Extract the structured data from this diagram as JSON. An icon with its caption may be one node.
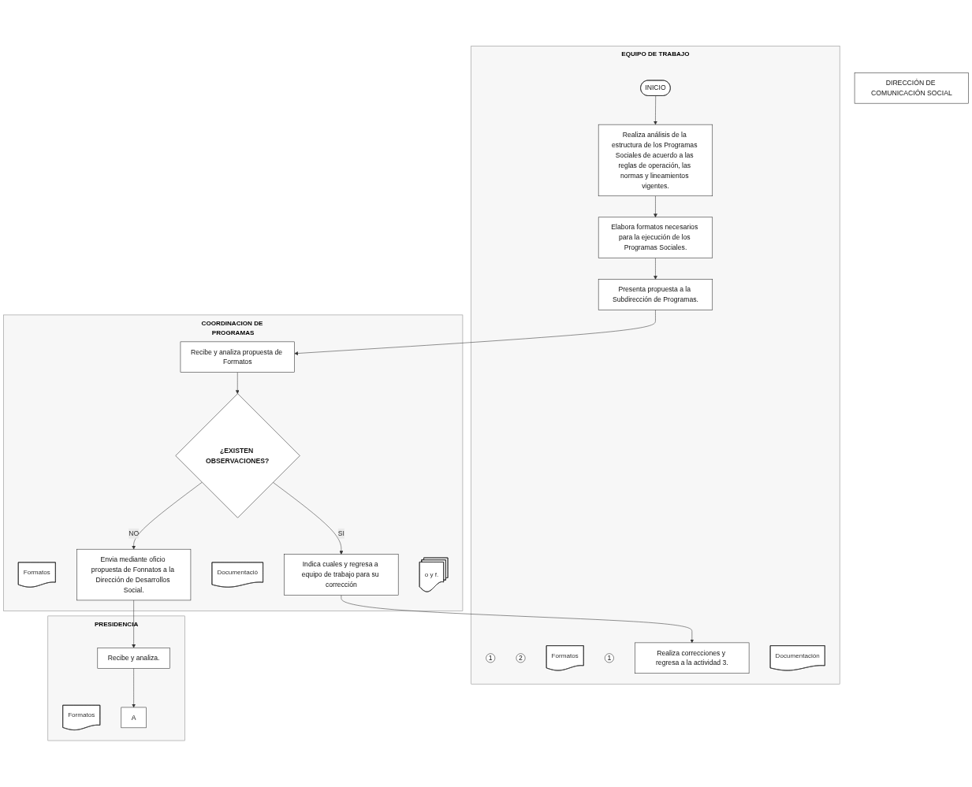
{
  "diagram": {
    "nodes": [
      {
        "text": [
          "EQUIPO DE TRABAJO"
        ]
      },
      {
        "text": [
          "INICIO"
        ],
        "in": 0
      },
      {
        "text": [
          "Realiza análisis de la estructura de los Programas Sociales de acuerdo a las reglas de operación, las normas y lineamientos vigentes."
        ],
        "in": 0
      },
      {
        "text": [
          "Elabora formatos necesarios para la ejecución de los Programas Sociales."
        ],
        "in": 0
      },
      {
        "text": [
          "1"
        ],
        "in": 0
      },
      {
        "text": [
          "2"
        ],
        "in": 0
      },
      {
        "text": [
          "Presenta propuesta a la Subdirección de Programas."
        ],
        "in": 0
      },
      {
        "text": [
          "Formatos"
        ],
        "in": 0
      },
      {
        "text": [
          "1"
        ],
        "in": 0
      },
      {
        "text": [
          "Realiza correcciones y regresa a la actividad 3."
        ],
        "in": 0
      },
      {
        "text": [
          "Documentación"
        ],
        "in": 0
      },
      {
        "text": [
          "COORDINACION DE PROGRAMAS"
        ]
      },
      {
        "text": [
          "Recibe y analiza propuesta de Formatos"
        ],
        "in": 11
      },
      {
        "text": [
          "Formatos"
        ],
        "in": 11
      },
      {
        "text": [
          "¿EXISTEN OBSERVACIONES?"
        ],
        "in": 11
      },
      {
        "text": [
          "Indica cuales y regresa a equipo de trabajo para su corrección"
        ],
        "in": 11
      },
      {
        "text": [
          "Documentació"
        ],
        "in": 11
      },
      {
        "text": [
          "Envia mediante oficio propuesta de Fonnatos a la Dirección de Desarrollos Social."
        ],
        "in": 11
      },
      {
        "text": [
          "o y f."
        ],
        "in": 11
      },
      {
        "text": [
          "PRESIDENCIA"
        ]
      },
      {
        "text": [
          "Recibe y analiza."
        ],
        "in": 19
      },
      {
        "text": [
          "Formatos"
        ],
        "in": 19
      },
      {
        "text": [
          "A"
        ],
        "in": 19
      },
      {
        "text": [
          "DIRECCIÓN DE COMUNICACIÓN SOCIAL"
        ]
      }
    ],
    "edges": [
      {
        "from": 1,
        "to": 2,
        "arrow": "to"
      },
      {
        "from": 2,
        "to": 3,
        "arrow": "to"
      },
      {
        "from": 3,
        "to": 6,
        "arrow": "to"
      },
      {
        "from": 6,
        "to": 12,
        "arrow": "to"
      },
      {
        "from": 12,
        "to": 14,
        "arrow": "to"
      },
      {
        "from": 14,
        "to": 15,
        "arrow": "to",
        "label": "SI"
      },
      {
        "from": 14,
        "to": 17,
        "arrow": "to",
        "label": "NO"
      },
      {
        "from": 15,
        "to": 9,
        "arrow": "to"
      },
      {
        "from": 17,
        "to": 20,
        "arrow": "to"
      },
      {
        "from": 20,
        "to": 22,
        "arrow": "to"
      }
    ]
  }
}
